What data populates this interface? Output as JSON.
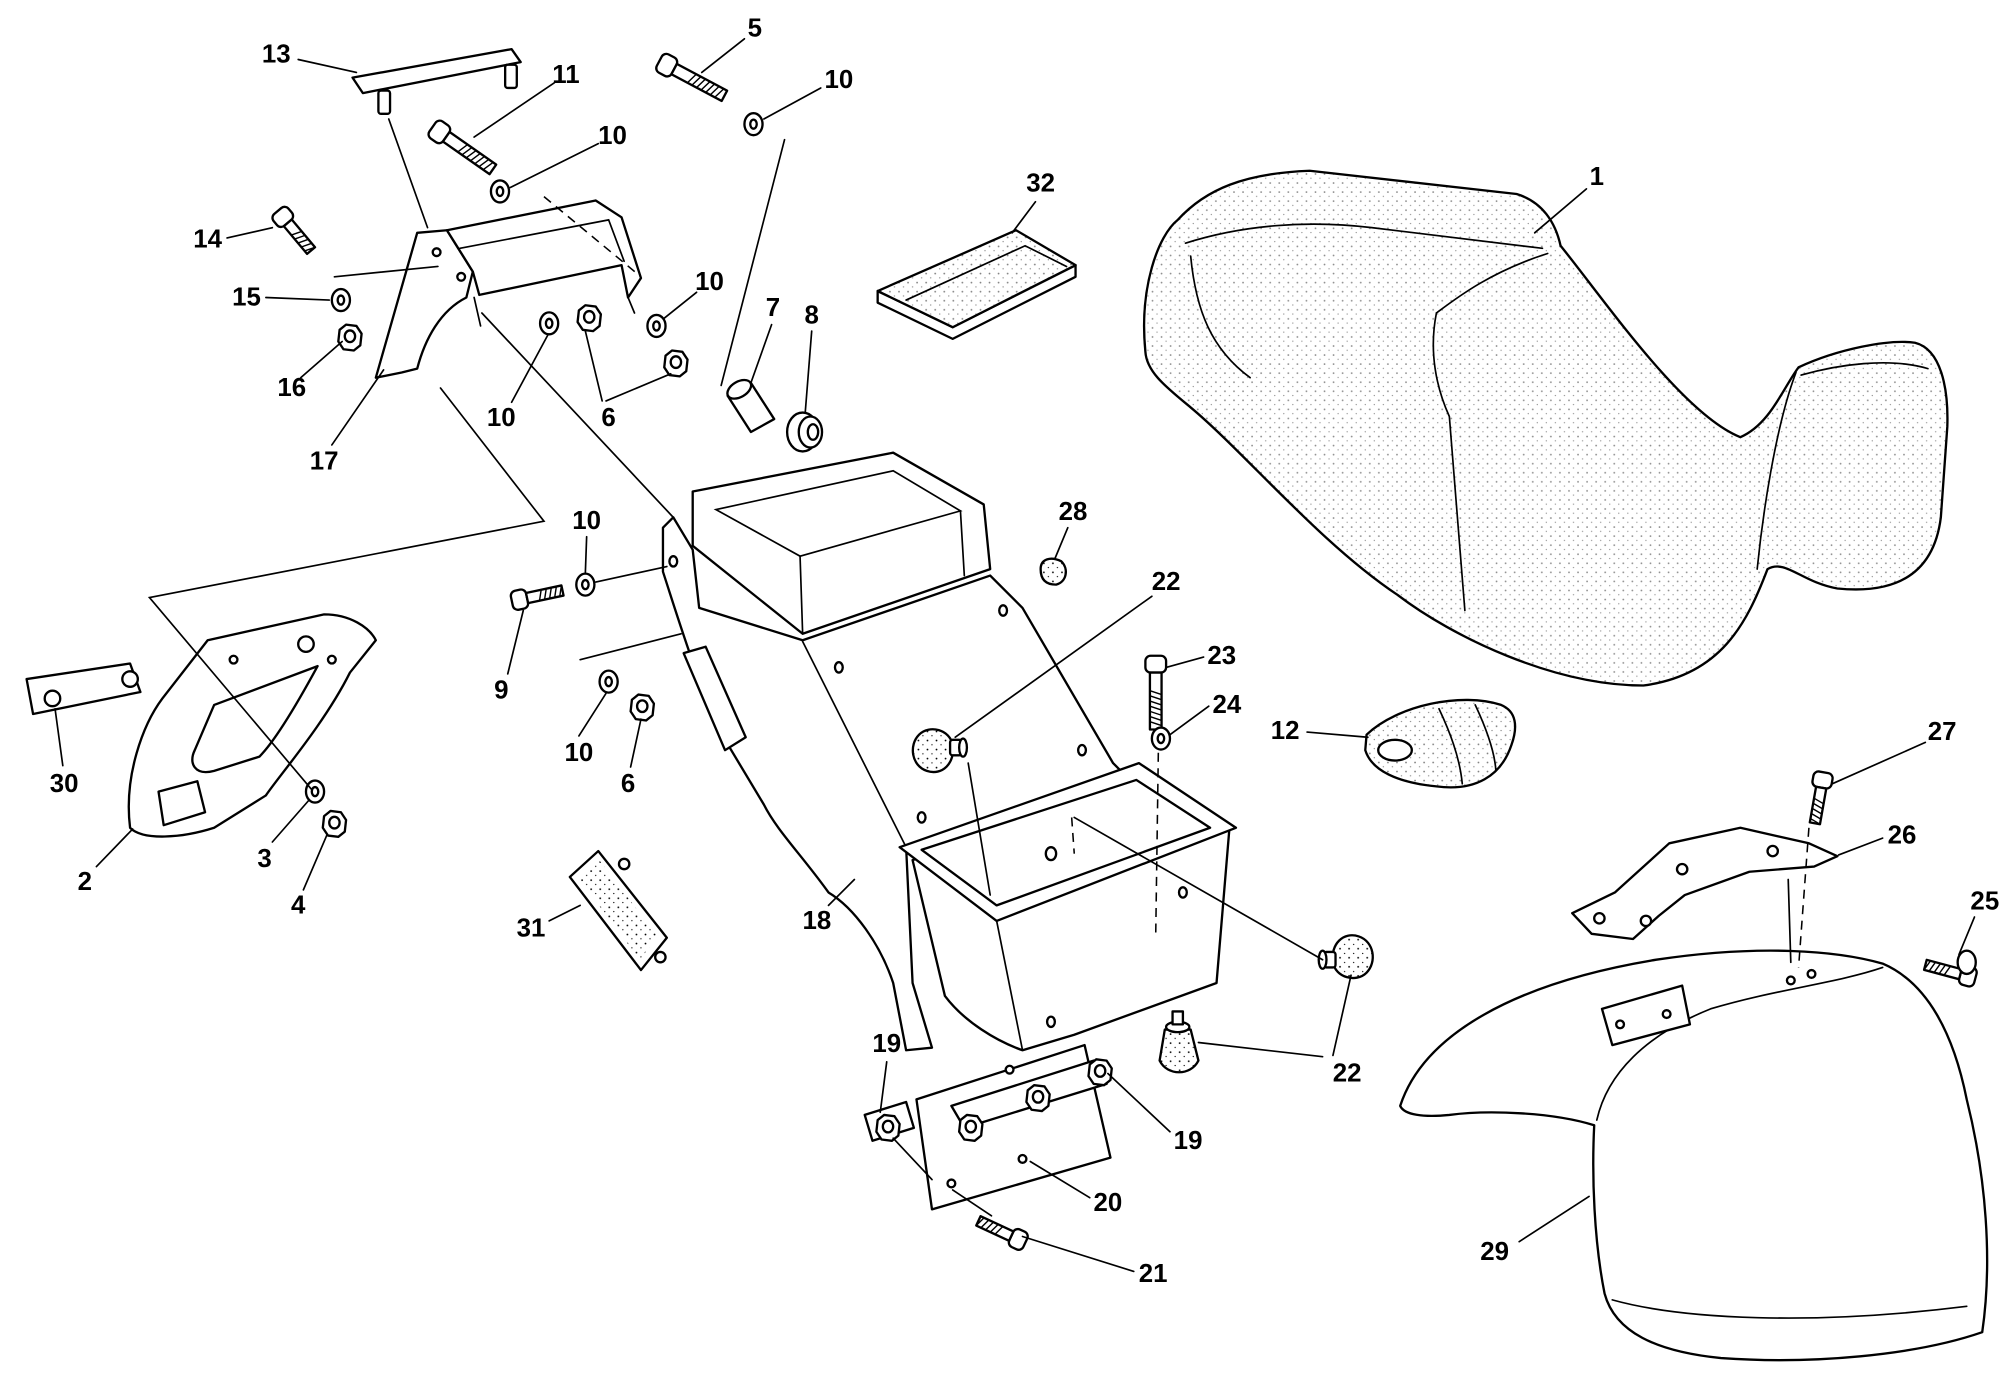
{
  "callouts": [
    "13",
    "11",
    "10",
    "5",
    "10",
    "32",
    "1",
    "14",
    "15",
    "16",
    "17",
    "10",
    "6",
    "10",
    "7",
    "8",
    "10",
    "28",
    "22",
    "9",
    "10",
    "6",
    "23",
    "24",
    "12",
    "27",
    "26",
    "25",
    "30",
    "2",
    "3",
    "4",
    "31",
    "18",
    "19",
    "22",
    "19",
    "20",
    "21",
    "29"
  ],
  "colors": {
    "ink": "#000000",
    "paper": "#ffffff"
  }
}
